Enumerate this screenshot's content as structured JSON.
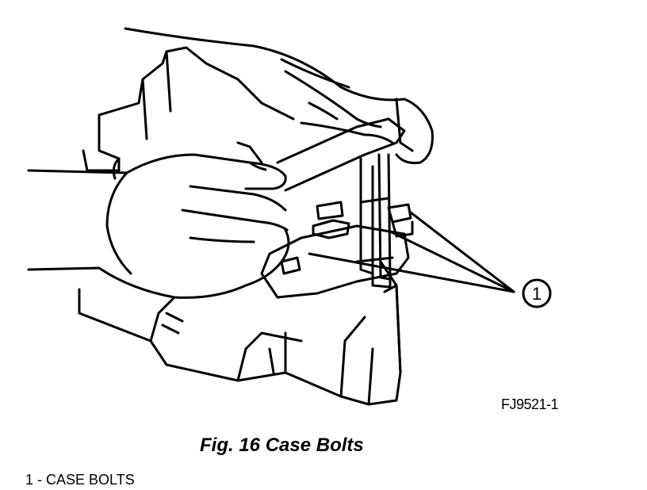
{
  "figure": {
    "callouts": [
      {
        "number": "1"
      }
    ],
    "figure_id": "FJ9521-1",
    "caption": "Fig. 16 Case Bolts",
    "legend": [
      {
        "text": "1 - CASE BOLTS"
      }
    ]
  }
}
